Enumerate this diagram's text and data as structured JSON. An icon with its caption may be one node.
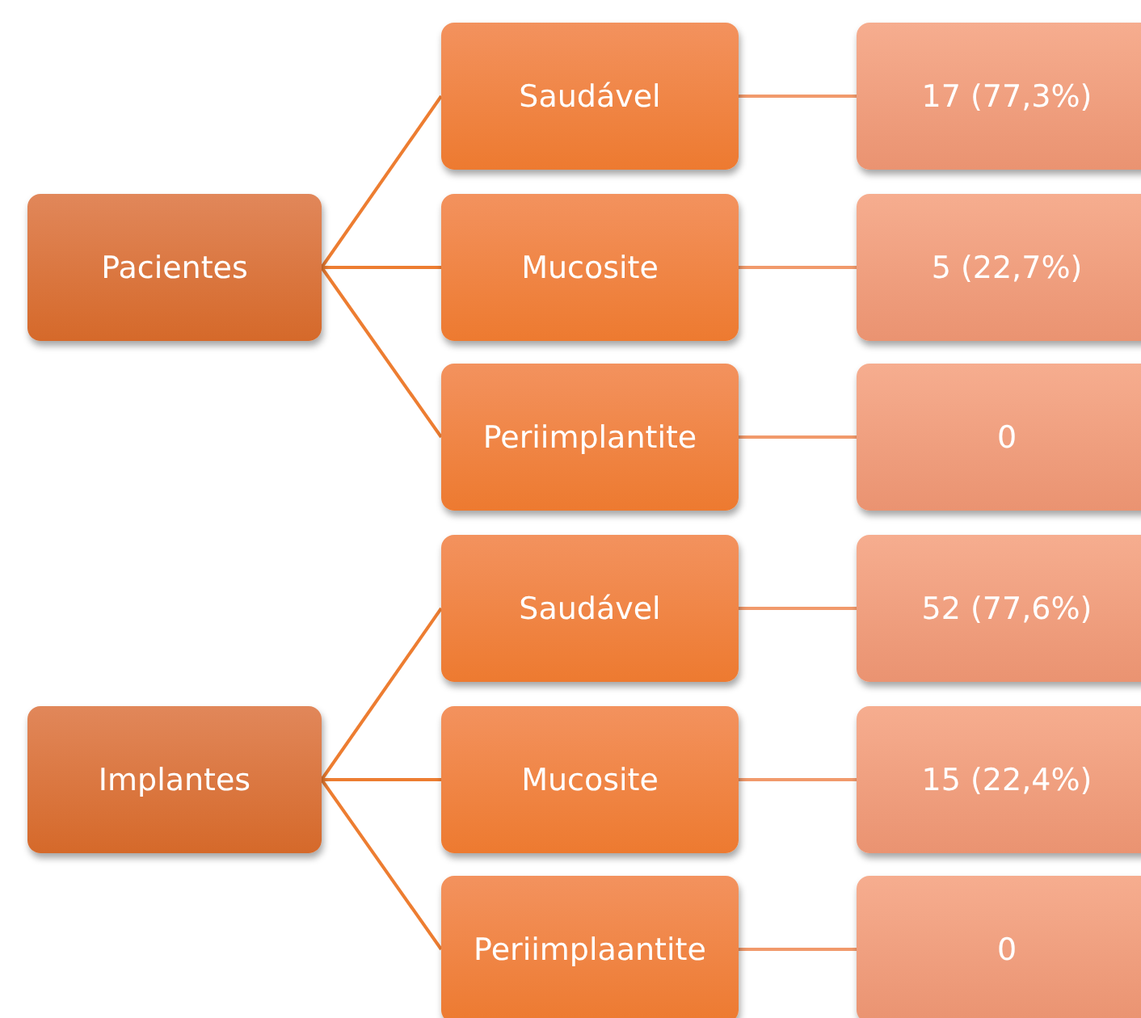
{
  "diagram": {
    "nodes": [
      {
        "text": [
          "Pacientes"
        ]
      },
      {
        "text": [
          "Saudável"
        ]
      },
      {
        "text": [
          "17 (77,3%)"
        ]
      },
      {
        "text": [
          "Mucosite"
        ]
      },
      {
        "text": [
          "5 (22,7%)"
        ]
      },
      {
        "text": [
          "Periimplantite"
        ]
      },
      {
        "text": [
          "0"
        ]
      },
      {
        "text": [
          "Implantes"
        ]
      },
      {
        "text": [
          "Saudável"
        ]
      },
      {
        "text": [
          "52 (77,6%)"
        ]
      },
      {
        "text": [
          "Mucosite"
        ]
      },
      {
        "text": [
          "15 (22,4%)"
        ]
      },
      {
        "text": [
          "Periimplaantite"
        ]
      },
      {
        "text": [
          "0"
        ]
      }
    ],
    "edges": [
      {
        "from": 0,
        "to": 1,
        "arrow": "none"
      },
      {
        "from": 0,
        "to": 3,
        "arrow": "none"
      },
      {
        "from": 0,
        "to": 5,
        "arrow": "none"
      },
      {
        "from": 1,
        "to": 2,
        "arrow": "none",
        "color": "#f19a6c"
      },
      {
        "from": 3,
        "to": 4,
        "arrow": "none",
        "color": "#f19a6c"
      },
      {
        "from": 5,
        "to": 6,
        "arrow": "none",
        "color": "#f19a6c"
      },
      {
        "from": 7,
        "to": 8,
        "arrow": "none"
      },
      {
        "from": 7,
        "to": 10,
        "arrow": "none"
      },
      {
        "from": 7,
        "to": 12,
        "arrow": "none"
      },
      {
        "from": 8,
        "to": 9,
        "arrow": "none",
        "color": "#f19a6c"
      },
      {
        "from": 10,
        "to": 11,
        "arrow": "none",
        "color": "#f19a6c"
      },
      {
        "from": 12,
        "to": 13,
        "arrow": "none",
        "color": "#f19a6c"
      }
    ]
  }
}
